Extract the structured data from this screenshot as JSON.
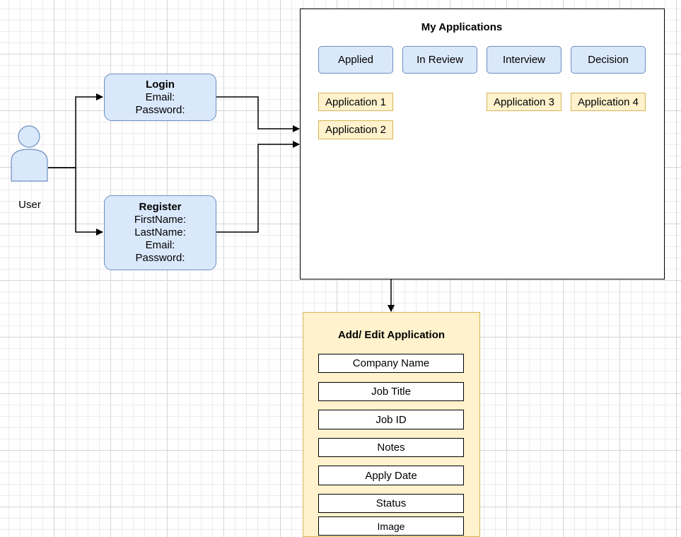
{
  "user": {
    "label": "User"
  },
  "login": {
    "title": "Login",
    "fields": [
      "Email:",
      "Password:"
    ]
  },
  "register": {
    "title": "Register",
    "fields": [
      "FirstName:",
      "LastName:",
      "Email:",
      "Password:"
    ]
  },
  "my_applications": {
    "title": "My Applications",
    "tabs": [
      "Applied",
      "In Review",
      "Interview",
      "Decision"
    ],
    "cards": [
      "Application 1",
      "Application 2",
      "Application 3",
      "Application 4"
    ]
  },
  "add_edit": {
    "title": "Add/ Edit Application",
    "fields": [
      "Company Name",
      "Job Title",
      "Job ID",
      "Notes",
      "Apply Date",
      "Status",
      "Image"
    ]
  },
  "colors": {
    "blue_fill": "#dae8fc",
    "blue_stroke": "#6c8ebf",
    "yellow_fill": "#fff2cc",
    "yellow_stroke": "#d6b656"
  }
}
